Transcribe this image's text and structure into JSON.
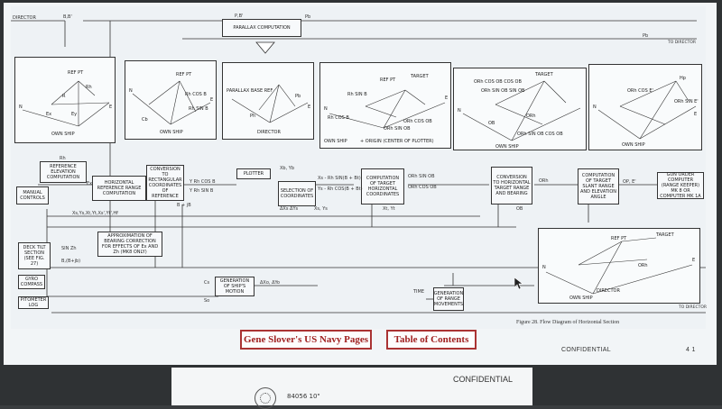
{
  "diagram": {
    "top_labels": {
      "director": "DIRECTOR",
      "bs": "B,B'",
      "parallax": "PARALLAX COMPUTATION",
      "pbs": "P,B'",
      "pb": "Pb",
      "to_director": "TO DIRECTOR",
      "pb2": "Pb"
    },
    "panels": [
      {
        "texts": [
          "REF PT",
          "Rh",
          "R",
          "OWN SHIP",
          "Ex",
          "Ey",
          "N",
          "E"
        ]
      },
      {
        "texts": [
          "REF PT",
          "Rh COS B",
          "Rh SIN B",
          "OWN SHIP",
          "Cb",
          "N",
          "E"
        ]
      },
      {
        "texts": [
          "PARALLAX BASE REF",
          "Ph",
          "Pb",
          "DIRECTOR",
          "E"
        ]
      },
      {
        "texts": [
          "TARGET",
          "REF PT",
          "Rh SIN B",
          "Rh COS B",
          "OWN SHIP",
          "+ ORIGIN (CENTER OF PLOTTER)",
          "ORh SIN OB",
          "ORh COS OB",
          "N",
          "E"
        ]
      },
      {
        "texts": [
          "TARGET",
          "ORh COS OB COS OB",
          "ORh SIN OB SIN OB",
          "OWN SHIP",
          "ORh",
          "OB",
          "ORh SIN OB COS OB",
          "N"
        ]
      },
      {
        "texts": [
          "ORh COS E'",
          "ORh SIN E'",
          "Hp",
          "OWN SHIP",
          "N",
          "E"
        ]
      }
    ],
    "blocks": {
      "ref_elev": "REFERENCE ELEVATION COMPUTATION",
      "manual": "MANUAL CONTROLS",
      "horiz_ref": "HORIZONTAL REFERENCE RANGE COMPUTATION",
      "conversion_rect": "CONVERSION TO RECTANGULAR COORDINATES OF REFERENCE",
      "plotter": "PLOTTER",
      "selection": "SELECTION OF COORDINATES",
      "comp_target": "COMPUTATION OF TARGET HORIZONTAL COORDINATES",
      "conversion_horiz": "CONVERSION TO HORIZONTAL TARGET RANGE AND BEARING",
      "comp_slant": "COMPUTATION OF TARGET SLANT RANGE AND ELEVATION ANGLE",
      "gun_order": "GUN ORDER COMPUTER (RANGE KEEPER) MK 8 OR COMPUTER MK 1A",
      "deck_tilt": "DECK TILT SECTION (SEE FIG. 27)",
      "approx": "APPROXIMATION OF BEARING CORRECTION FOR EFFECTS OF Ex AND Zh (MK8 ONLY)",
      "gyro": "GYRO COMPASS",
      "pitometer": "PITOMETER LOG",
      "gen_ship": "GENERATION OF SHIP'S MOTION",
      "gen_range": "GENERATION OF RANGE MOVEMENTS"
    },
    "wire_labels": {
      "xb_yb": "Xb, Yb",
      "rh_cos_b": "Y Rh COS B",
      "rh_sin_b": "Y Rh SIN B",
      "b_plus_jb": "B + jB",
      "sel_out": "Xs - Rh SIN(B + Bt)",
      "sel_out2": "Ys - Rh COS(B + Bt)",
      "dxs": "ΔXs ΔYs",
      "orh_sin": "ORh SIN OB",
      "orh_cos": "ORh COS OB",
      "orh": "ORh",
      "ob": "OB",
      "op_e": "OP, E'",
      "xs_ys": "Xs, Ys",
      "xt_yt": "Xt, Yt",
      "bus": "Xs,Ys,Xt,Yt,Xs',Yt',Hf",
      "dxo": "ΔXo, ΔYo",
      "time": "TIME",
      "cs": "Cs",
      "so": "So",
      "ex": "Ex",
      "rh": "Rh",
      "sin_zh": "SIN Zh",
      "b_plus": "B,(B+jb)"
    },
    "small_panel": {
      "texts": [
        "TARGET",
        "REF PT",
        "OWN SHIP",
        "DIRECTOR",
        "ORh",
        "N",
        "E"
      ]
    },
    "caption": "Figure 28.   Flow Diagram of Horizontal Section",
    "to_director_bottom": "TO DIRECTOR",
    "confidential": "CONFIDENTIAL",
    "page_corner": "4 1"
  },
  "nav": {
    "home_label": "Gene Slover's US Navy Pages",
    "toc_label": "Table of Contents"
  },
  "lower_page": {
    "confidential": "CONFIDENTIAL",
    "ref": "84056  10\""
  }
}
